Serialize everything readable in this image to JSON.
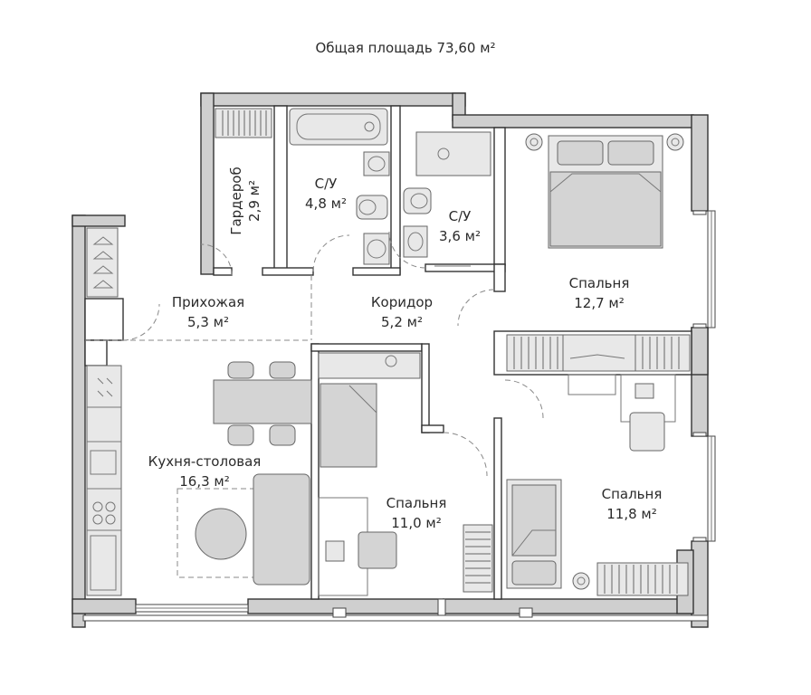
{
  "plan": {
    "total_area_label": "Общая площадь 73,60 м²",
    "rooms": [
      {
        "name": "Гардероб",
        "area": "2,9 м²"
      },
      {
        "name": "С/У",
        "area": "4,8 м²"
      },
      {
        "name": "С/У",
        "area": "3,6 м²"
      },
      {
        "name": "Спальня",
        "area": "12,7 м²"
      },
      {
        "name": "Прихожая",
        "area": "5,3 м²"
      },
      {
        "name": "Коридор",
        "area": "5,2 м²"
      },
      {
        "name": "Кухня-столовая",
        "area": "16,3 м²"
      },
      {
        "name": "Спальня",
        "area": "11,0 м²"
      },
      {
        "name": "Спальня",
        "area": "11,8 м²"
      }
    ]
  },
  "colors": {
    "wall_fill": "#cfcfcf",
    "wall_stroke": "#333333",
    "furniture_fill": "#d4d4d4",
    "text": "#2b2b2b"
  }
}
